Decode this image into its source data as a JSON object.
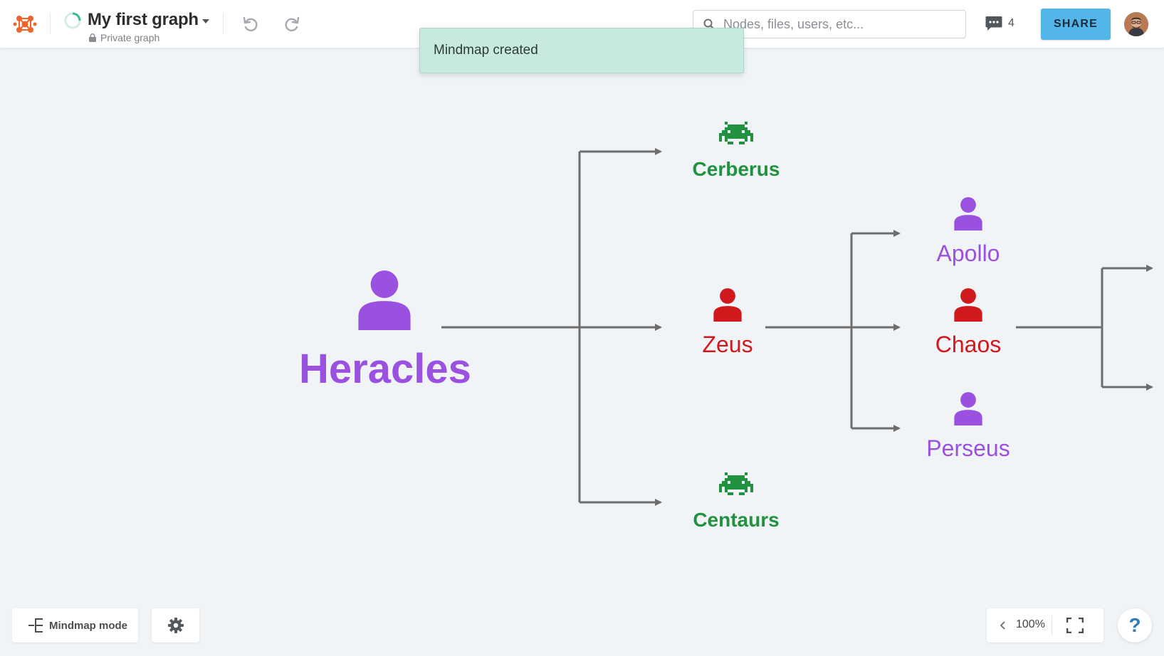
{
  "header": {
    "title": "My first graph",
    "privacy": "Private graph",
    "search_placeholder": "Nodes, files, users, etc...",
    "comment_count": "4",
    "share_label": "SHARE"
  },
  "toast": {
    "message": "Mindmap created"
  },
  "graph": {
    "nodes": [
      {
        "id": "heracles",
        "label": "Heracles",
        "icon": "person-icon",
        "color": "#9b51e0"
      },
      {
        "id": "cerberus",
        "label": "Cerberus",
        "icon": "monster-icon",
        "color": "#21923f"
      },
      {
        "id": "zeus",
        "label": "Zeus",
        "icon": "person-icon",
        "color": "#d0191c"
      },
      {
        "id": "centaurs",
        "label": "Centaurs",
        "icon": "monster-icon",
        "color": "#21923f"
      },
      {
        "id": "apollo",
        "label": "Apollo",
        "icon": "person-icon",
        "color": "#9b51e0"
      },
      {
        "id": "chaos",
        "label": "Chaos",
        "icon": "person-icon",
        "color": "#d0191c"
      },
      {
        "id": "perseus",
        "label": "Perseus",
        "icon": "person-icon",
        "color": "#9b51e0"
      }
    ]
  },
  "footer": {
    "mode_label": "Mindmap mode",
    "zoom": "100%",
    "help_label": "?"
  },
  "colors": {
    "accent": "#52b6e8",
    "toast_bg": "#c8e9df",
    "edge": "#6d6d6d"
  }
}
